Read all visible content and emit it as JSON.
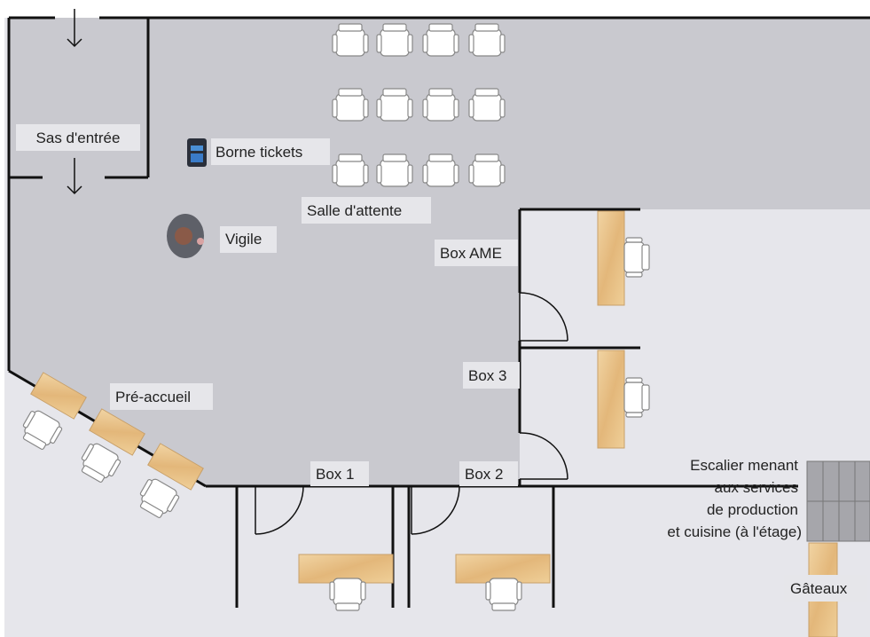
{
  "labels": {
    "sas": "Sas d'entrée",
    "borne": "Borne tickets",
    "salle": "Salle d'attente",
    "vigile": "Vigile",
    "box_ame": "Box AME",
    "box3": "Box 3",
    "pre_accueil": "Pré-accueil",
    "box1": "Box 1",
    "box2": "Box 2",
    "escalier_1": "Escalier menant",
    "escalier_2": "aux services",
    "escalier_3": "de production",
    "escalier_4": "et cuisine (à l'étage)",
    "gateaux": "Gâteaux"
  },
  "colors": {
    "waiting_area": "#c9c9cf",
    "office_floor": "#e6e6eb",
    "wall": "#111111",
    "desk": "#e8c48f"
  }
}
